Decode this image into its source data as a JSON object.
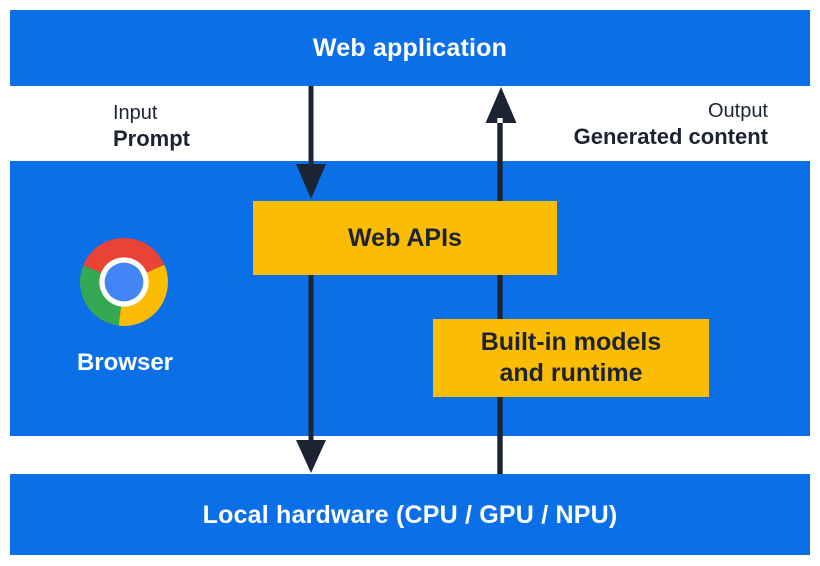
{
  "layers": {
    "web_application": "Web application",
    "local_hardware": "Local hardware (CPU / GPU / NPU)"
  },
  "io": {
    "input_title": "Input",
    "input_value": "Prompt",
    "output_title": "Output",
    "output_value": "Generated content"
  },
  "boxes": {
    "web_apis": "Web APIs",
    "builtin_line1": "Built-in models",
    "builtin_line2": "and runtime"
  },
  "browser": {
    "label": "Browser",
    "icon": "chrome-logo-icon"
  },
  "arrows": {
    "down_flow": "web-application-to-web-apis-to-local-hardware",
    "up_flow": "local-hardware-to-web-application"
  },
  "colors": {
    "blue": "#0b70e8",
    "yellow": "#fbbc04",
    "ink": "#1c2333",
    "red": "#ea4335",
    "green": "#34a853",
    "logoblue": "#4285f4",
    "white": "#ffffff"
  }
}
